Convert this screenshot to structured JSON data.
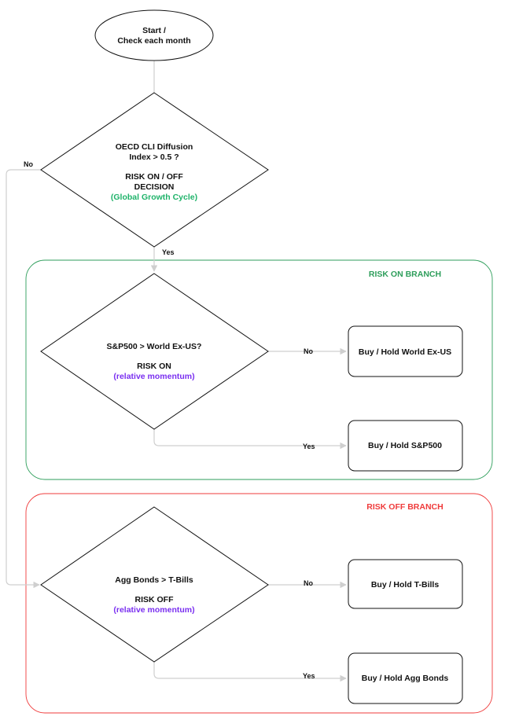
{
  "colors": {
    "risk_on": "#2e9e5b",
    "risk_off": "#ef3b3b",
    "highlight_green": "#1fb36a",
    "highlight_purple": "#7a2ff0",
    "connector": "#cfcfcf"
  },
  "start": {
    "line1": "Start /",
    "line2": "Check each month"
  },
  "decision_main": {
    "line1": "OECD CLI Diffusion",
    "line2": "Index > 0.5 ?",
    "line3": "RISK ON / OFF",
    "line4": "DECISION",
    "line5": "(Global Growth Cycle)"
  },
  "branch_on": {
    "title": "RISK ON BRANCH",
    "decision": {
      "line1": "S&P500 > World Ex-US?",
      "line2": "RISK ON",
      "line3": "(relative momentum)"
    },
    "no_outcome": "Buy / Hold World Ex-US",
    "yes_outcome": "Buy / Hold S&P500"
  },
  "branch_off": {
    "title": "RISK OFF BRANCH",
    "decision": {
      "line1": "Agg Bonds > T-Bills",
      "line2": "RISK OFF",
      "line3": "(relative momentum)"
    },
    "no_outcome": "Buy / Hold T-Bills",
    "yes_outcome": "Buy / Hold Agg Bonds"
  },
  "labels": {
    "main_no": "No",
    "main_yes": "Yes",
    "on_no": "No",
    "on_yes": "Yes",
    "off_no": "No",
    "off_yes": "Yes"
  }
}
